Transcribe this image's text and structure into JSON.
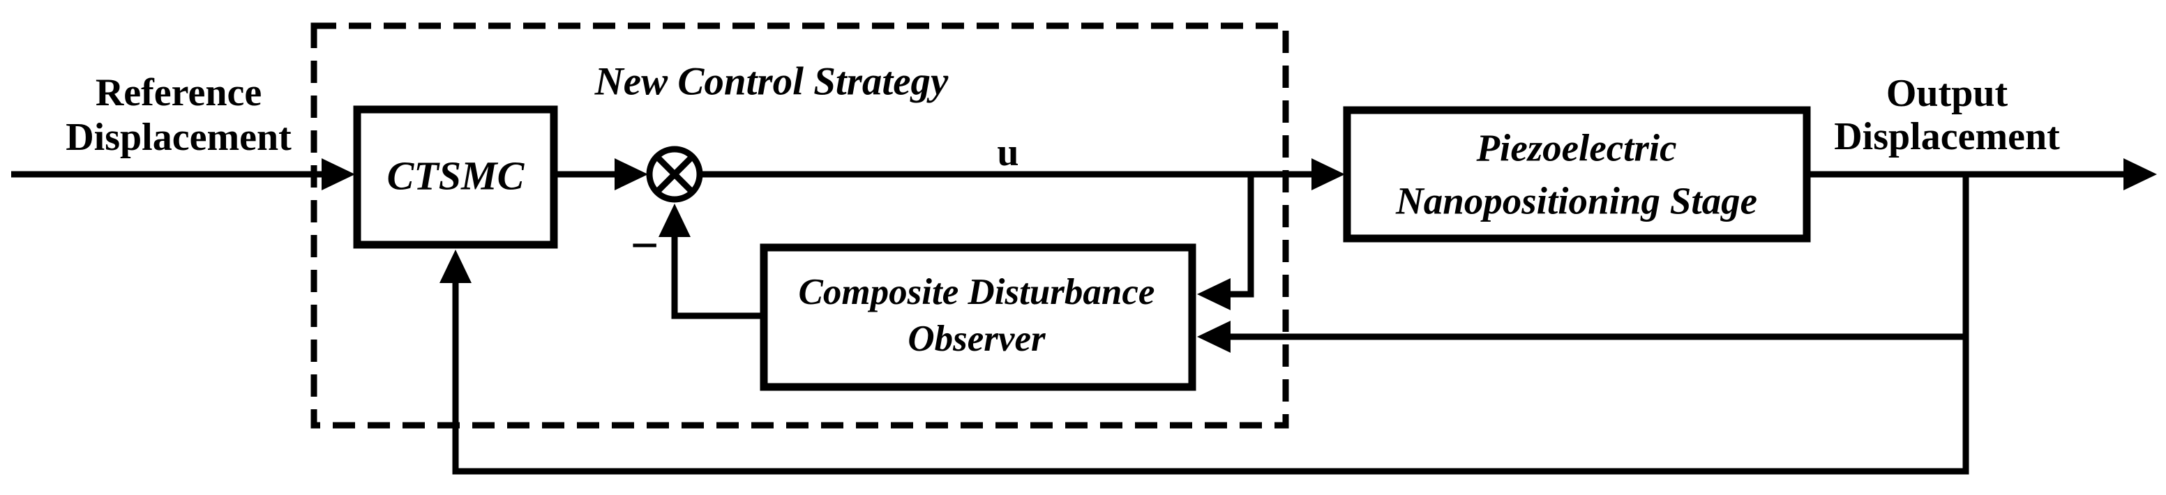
{
  "figure": {
    "colors": {
      "ink": "#000000",
      "background": "#ffffff"
    },
    "strategy_box": {
      "title": "New Control Strategy"
    },
    "input_label": {
      "line1": "Reference",
      "line2": "Displacement"
    },
    "output_label": {
      "line1": "Output",
      "line2": "Displacement"
    },
    "signals": {
      "control_signal": "u",
      "sum_negative_sign": "−"
    },
    "blocks": {
      "controller": {
        "label": "CTSMC"
      },
      "observer": {
        "line1": "Composite Disturbance",
        "line2": "Observer"
      },
      "plant": {
        "line1": "Piezoelectric",
        "line2": "Nanopositioning Stage"
      }
    }
  }
}
